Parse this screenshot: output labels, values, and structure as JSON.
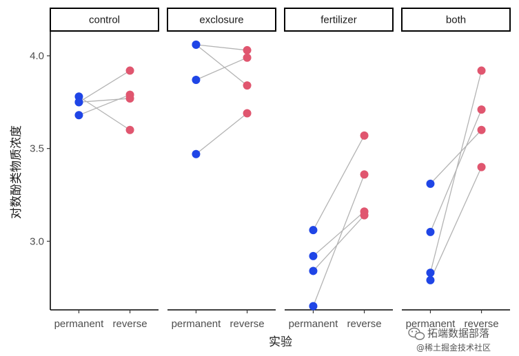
{
  "chart_data": {
    "type": "scatter",
    "subtype": "paired-points-faceted",
    "xlabel": "实验",
    "ylabel": "对数酚类物质浓度",
    "categories": [
      "permanent",
      "reverse"
    ],
    "y_ticks": [
      "3.0",
      "3.5",
      "4.0"
    ],
    "ylim": [
      2.63,
      4.13
    ],
    "colors": {
      "permanent": "#1f45e6",
      "reverse": "#e0566f",
      "line": "#b3b3b3"
    },
    "legend": "none",
    "grid": false,
    "facets": [
      {
        "label": "control",
        "pairs": [
          [
            3.75,
            3.92
          ],
          [
            3.68,
            3.79
          ],
          [
            3.78,
            3.6
          ],
          [
            3.75,
            3.77
          ]
        ]
      },
      {
        "label": "exclosure",
        "pairs": [
          [
            4.06,
            3.84
          ],
          [
            4.06,
            4.03
          ],
          [
            3.87,
            3.99
          ],
          [
            3.47,
            3.69
          ]
        ]
      },
      {
        "label": "fertilizer",
        "pairs": [
          [
            3.06,
            3.57
          ],
          [
            2.92,
            3.16
          ],
          [
            2.84,
            3.14
          ],
          [
            2.65,
            3.36
          ]
        ]
      },
      {
        "label": "both",
        "pairs": [
          [
            3.31,
            3.6
          ],
          [
            3.05,
            3.71
          ],
          [
            2.83,
            3.92
          ],
          [
            2.79,
            3.4
          ]
        ]
      }
    ]
  },
  "watermark": {
    "line1": "拓端数据部落",
    "line2": "@稀土掘金技术社区"
  }
}
